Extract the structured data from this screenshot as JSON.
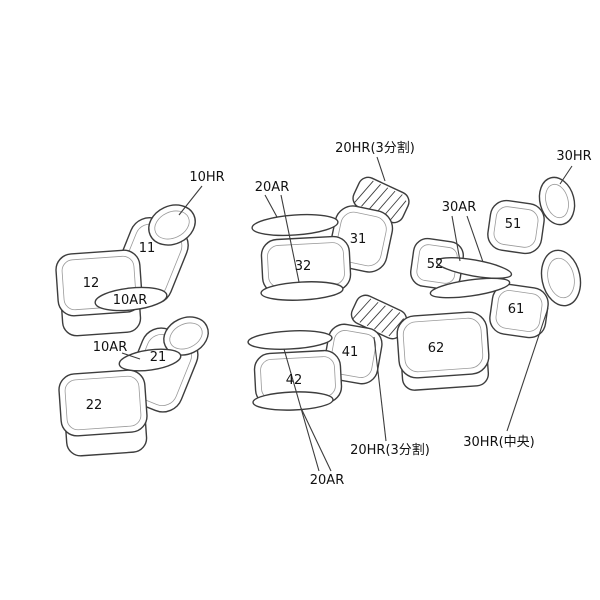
{
  "seat_groups": {
    "front_a": {
      "headrest_label": "10HR",
      "backrest": "11",
      "cushion": "12",
      "armrest": "10AR"
    },
    "front_b": {
      "backrest": "21",
      "cushion": "22",
      "armrest": "10AR"
    },
    "second_a": {
      "headrest_label": "20HR(3分割)",
      "backrest": "31",
      "cushion": "32",
      "armrest": "20AR"
    },
    "second_b": {
      "headrest_label": "20HR(3分割)",
      "backrest": "41",
      "cushion": "42",
      "armrest": "20AR"
    },
    "third": {
      "backrest_upper": "51",
      "backrest_left": "52",
      "backrest_lower": "61",
      "cushion": "62",
      "armrest": "30AR",
      "headrest": "30HR",
      "headrest_center": "30HR(中央)"
    }
  },
  "style": {
    "line_color": "#3d3d3d",
    "background": "#ffffff",
    "text_color": "#111111"
  }
}
